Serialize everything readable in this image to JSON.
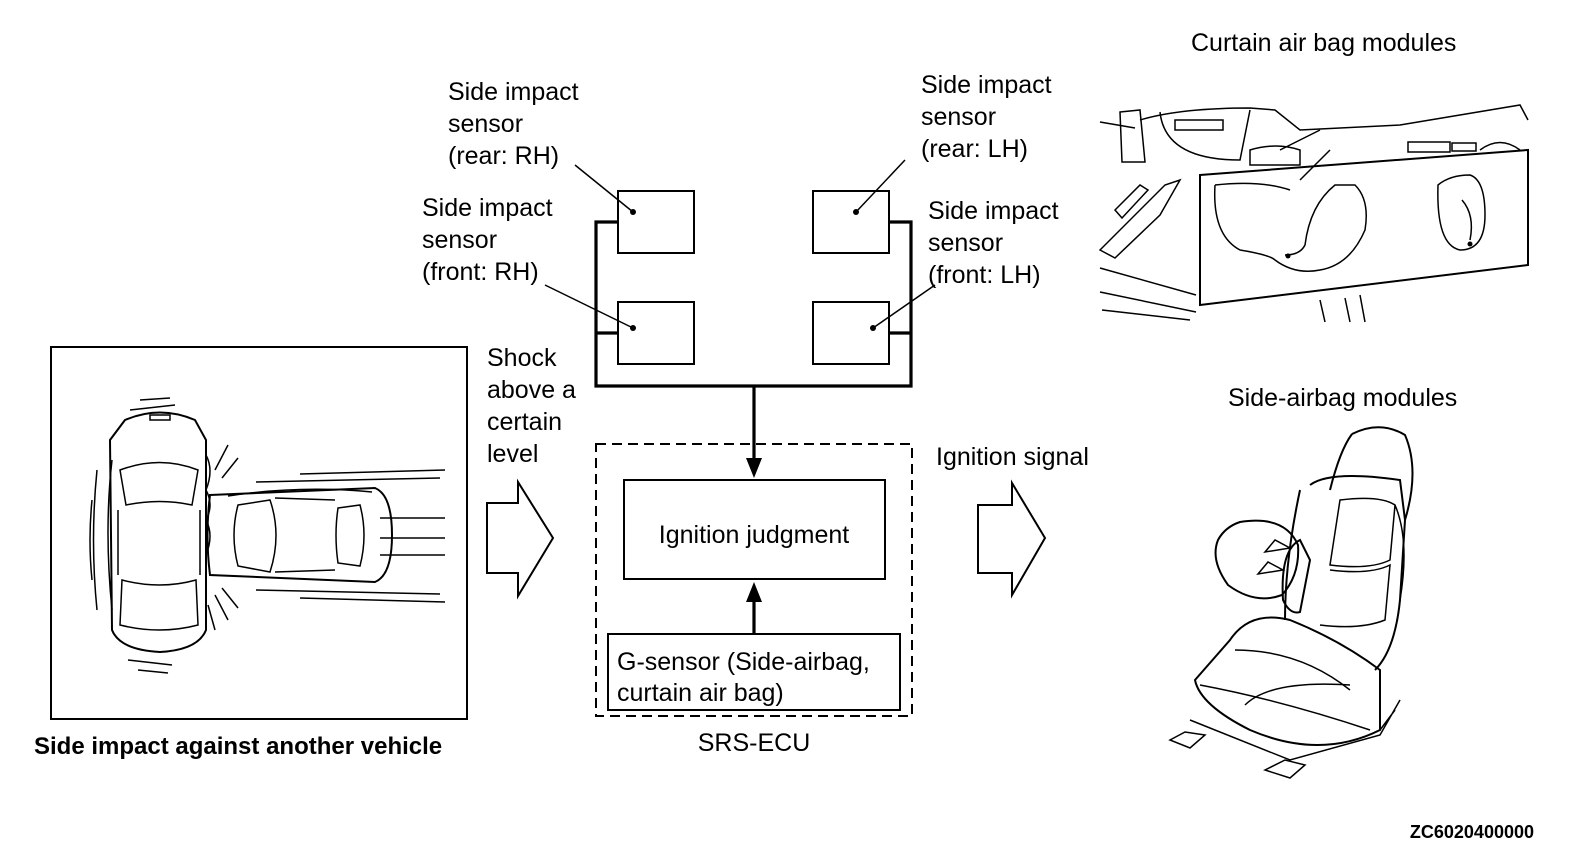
{
  "labels": {
    "sensor_rear_rh": [
      "Side impact",
      "sensor",
      "(rear: RH)"
    ],
    "sensor_front_rh": [
      "Side impact",
      "sensor",
      "(front: RH)"
    ],
    "sensor_rear_lh": [
      "Side impact",
      "sensor",
      "(rear: LH)"
    ],
    "sensor_front_lh": [
      "Side impact",
      "sensor",
      "(front: LH)"
    ],
    "shock": [
      "Shock",
      "above a",
      "certain",
      "level"
    ],
    "ignition_judgment": "Ignition judgment",
    "g_sensor": [
      "G-sensor (Side-airbag,",
      "curtain air bag)"
    ],
    "srs_ecu": "SRS-ECU",
    "ignition_signal": "Ignition signal",
    "curtain_modules": "Curtain air bag modules",
    "side_airbag_modules": "Side-airbag modules",
    "side_impact_caption": "Side impact against another vehicle",
    "figure_code": "ZC6020400000"
  },
  "colors": {
    "line": "#000000",
    "background": "#ffffff"
  }
}
